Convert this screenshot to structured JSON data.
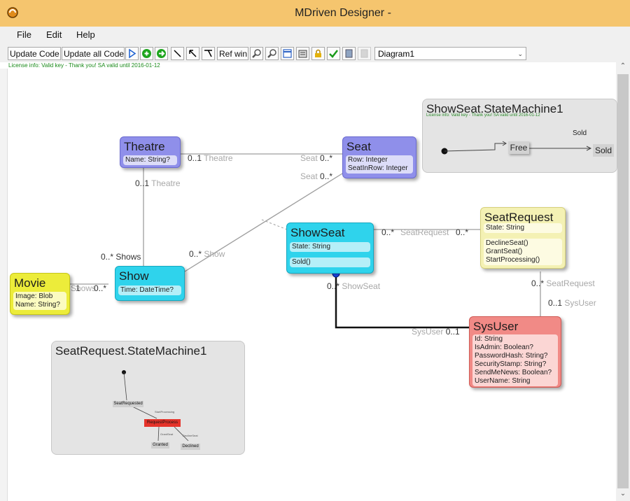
{
  "window": {
    "title": "MDriven Designer -"
  },
  "menu": [
    "File",
    "Edit",
    "Help"
  ],
  "toolbar": {
    "update_code": "Update Code",
    "update_all_code": "Update all Code",
    "ref_win": "Ref win",
    "diagram_select": "Diagram1",
    "icons": [
      "play-icon",
      "add-green-icon",
      "forward-green-icon",
      "line-tool-icon",
      "pointer-arrow-icon",
      "generalization-tool-icon",
      "zoom-in-icon",
      "zoom-out-icon",
      "form-icon",
      "calendar-icon",
      "lock-icon",
      "check-icon",
      "document-icon",
      "disabled-document-icon"
    ]
  },
  "license": "License info:  Valid key - Thank you! SA valid until 2016-01-12",
  "classes": {
    "theatre": {
      "name": "Theatre",
      "attrs": [
        "Name: String?"
      ],
      "color": "#8f8fea"
    },
    "seat": {
      "name": "Seat",
      "attrs": [
        "Row: Integer",
        "SeatInRow: Integer"
      ],
      "color": "#8f8fea"
    },
    "movie": {
      "name": "Movie",
      "attrs": [
        "Image: Blob",
        "Name: String?"
      ],
      "color": "#ecec3a"
    },
    "show": {
      "name": "Show",
      "attrs": [
        "Time: DateTime?"
      ],
      "color": "#2fd3ec"
    },
    "showseat": {
      "name": "ShowSeat",
      "attrs": [
        "State: String"
      ],
      "methods": [
        "Sold()"
      ],
      "color": "#2fd3ec"
    },
    "seatrequest": {
      "name": "SeatRequest",
      "attrs": [
        "State: String"
      ],
      "methods": [
        "DeclineSeat()",
        "GrantSeat()",
        "StartProcessing()"
      ],
      "color": "#f4f1b4"
    },
    "sysuser": {
      "name": "SysUser",
      "attrs": [
        "Id: String",
        "IsAdmin: Boolean?",
        "PasswordHash: String?",
        "SecurityStamp: String?",
        "SendMeNews: Boolean?",
        "UserName: String"
      ],
      "color": "#f18a86"
    }
  },
  "associations": {
    "theatre_seat_theatre_mult": "0..1",
    "theatre_seat_theatre_role": "Theatre",
    "theatre_seat_seat_role": "Seat",
    "theatre_seat_seat_mult": "0..*",
    "theatre_show_theatre_mult": "0..1",
    "theatre_show_theatre_role": "Theatre",
    "theatre_show_shows_mult": "0..*",
    "theatre_show_shows_role": "Shows",
    "seat_show_seat_role": "Seat",
    "seat_show_seat_mult": "0..*",
    "seat_show_show_mult": "0..*",
    "seat_show_show_role": "Show",
    "movie_show_1": "1",
    "movie_show_mult": "0..*",
    "movie_show_role_overlap": "Shows",
    "showseat_seatrequest_left_mult": "0..*",
    "showseat_seatrequest_overlap": "SeatRequest",
    "showseat_seatrequest_right_mult": "0..*",
    "seatrequest_sysuser_mult": "0..*",
    "seatrequest_sysuser_role": "SeatRequest",
    "seatrequest_sysuser_user_mult": "0..1",
    "seatrequest_sysuser_user_role": "SysUser",
    "showseat_sysuser_mult": "0..*",
    "showseat_sysuser_role": "ShowSeat",
    "showseat_sysuser_user_role": "SysUser",
    "showseat_sysuser_user_mult": "0..1"
  },
  "statemachines": {
    "showseat": {
      "title": "ShowSeat.StateMachine1",
      "sub_license": "License info: Valid key - Thank you! SA valid until 2016-01-12",
      "states": [
        "Free",
        "Sold"
      ],
      "transition": "Sold"
    },
    "seatrequest": {
      "title": "SeatRequest.StateMachine1",
      "states": [
        "SeatRequested",
        "RequestProcess",
        "Granted",
        "Declined"
      ],
      "transitions": [
        "StartProcessing",
        "GrantSeat",
        "DeclineSeat"
      ]
    }
  }
}
